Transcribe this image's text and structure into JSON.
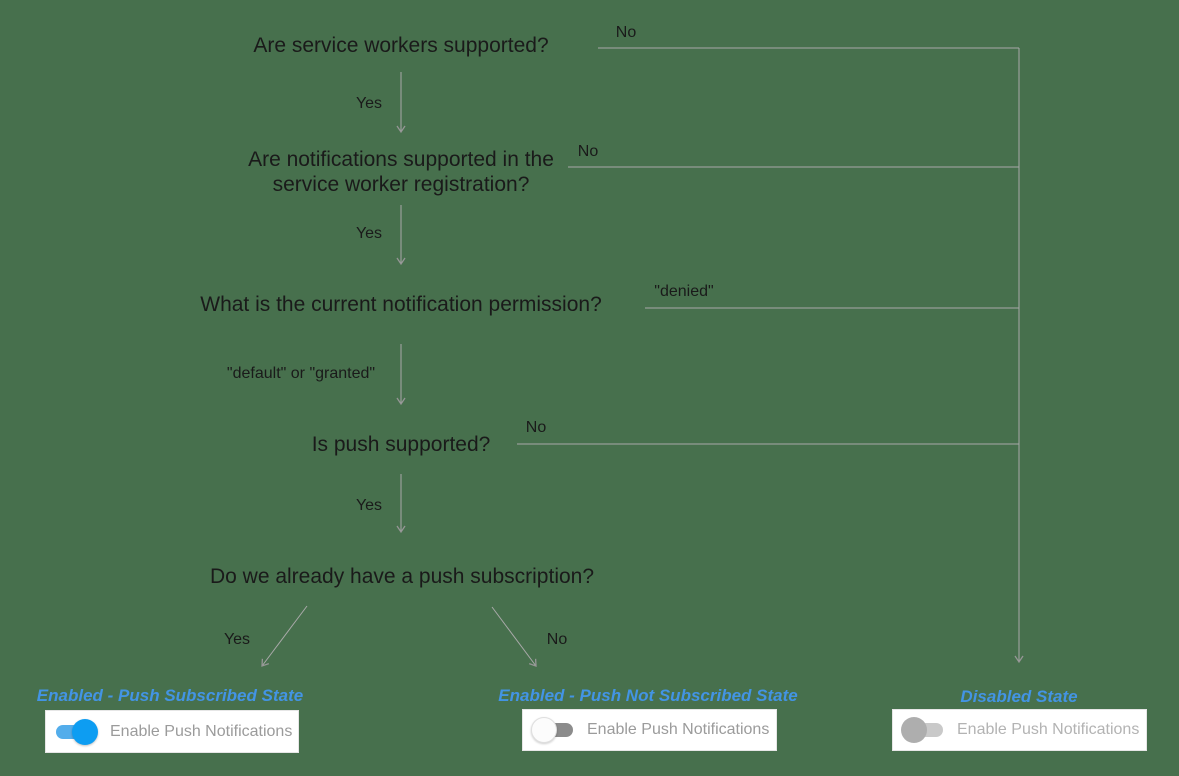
{
  "colors": {
    "background": "#47704D",
    "connector_line": "#A9A9A9",
    "question_text": "#1A1A1A",
    "state_title_blue": "#4394E4",
    "toggle_on_knob": "#0D9DF2",
    "toggle_on_track": "#53ADEB",
    "toggle_off_knob": "#FCFCFC",
    "toggle_off_track": "#8C8C8C",
    "toggle_disabled_knob": "#AEAEAE",
    "toggle_disabled_track": "#C9C9C9",
    "card_background": "#FFFFFF",
    "card_label_gray": "#9B9B9B",
    "card_label_disabled_gray": "#B3B3B3"
  },
  "questions": [
    {
      "text": "Are service workers supported?"
    },
    {
      "text": "Are notifications supported in the service worker registration?"
    },
    {
      "text": "What is the current notification permission?"
    },
    {
      "text": "Is push supported?"
    },
    {
      "text": "Do we already have a push subscription?"
    }
  ],
  "edges": {
    "q1_yes": "Yes",
    "q1_no": "No",
    "q2_yes": "Yes",
    "q2_no": "No",
    "q3_yes": "\"default\" or \"granted\"",
    "q3_no": "\"denied\"",
    "q4_yes": "Yes",
    "q4_no": "No",
    "q5_yes": "Yes",
    "q5_no": "No"
  },
  "states": [
    {
      "title": "Enabled - Push Subscribed State",
      "toggle": "on",
      "label": "Enable Push Notifications"
    },
    {
      "title": "Enabled - Push Not Subscribed State",
      "toggle": "off",
      "label": "Enable Push Notifications"
    },
    {
      "title": "Disabled State",
      "toggle": "disabled",
      "label": "Enable Push Notifications"
    }
  ]
}
